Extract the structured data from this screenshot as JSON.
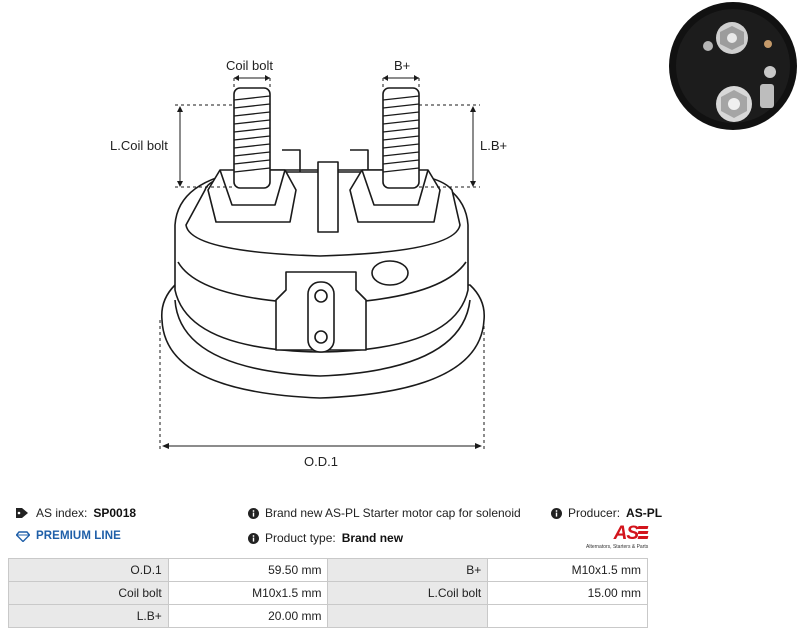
{
  "drawing": {
    "label_coil_bolt": "Coil bolt",
    "label_b_plus": "B+",
    "label_l_coil_bolt": "L.Coil bolt",
    "label_l_b_plus": "L.B+",
    "label_od1": "O.D.1"
  },
  "info": {
    "as_index_label": "AS index:",
    "as_index_value": "SP0018",
    "premium_line": "PREMIUM LINE",
    "description": "Brand new AS-PL Starter motor cap for solenoid",
    "product_type_label": "Product type:",
    "product_type_value": "Brand new",
    "producer_label": "Producer:",
    "producer_value": "AS-PL"
  },
  "logo": {
    "mark": "AS",
    "tagline": "Alternators, Starters & Parts"
  },
  "specs": [
    [
      {
        "label": "O.D.1",
        "value": "59.50 mm"
      },
      {
        "label": "B+",
        "value": "M10x1.5 mm"
      }
    ],
    [
      {
        "label": "Coil bolt",
        "value": "M10x1.5 mm"
      },
      {
        "label": "L.Coil bolt",
        "value": "15.00 mm"
      }
    ],
    [
      {
        "label": "L.B+",
        "value": "20.00 mm"
      },
      {
        "label": "",
        "value": ""
      }
    ]
  ],
  "colors": {
    "premium_blue": "#1f5fa8",
    "logo_red": "#d3141c",
    "label_bg": "#e9e9e9",
    "border": "#c9c9c9"
  }
}
